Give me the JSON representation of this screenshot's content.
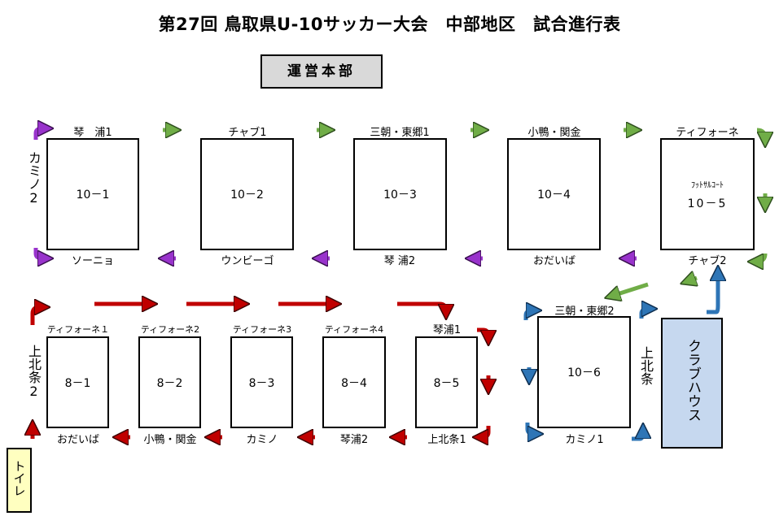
{
  "title": "第27回 鳥取県U-10サッカー大会　中部地区　試合進行表",
  "hq": "運営本部",
  "club_house": "クラブハウス",
  "toilet": "トイレ",
  "fields_top": [
    {
      "id": "10－1",
      "top": "琴　浦1",
      "bottom": "ソーニョ"
    },
    {
      "id": "10－2",
      "top": "チャブ1",
      "bottom": "ウンビーゴ"
    },
    {
      "id": "10－3",
      "top": "三朝・東郷1",
      "bottom": "琴 浦2"
    },
    {
      "id": "10－4",
      "top": "小鴨・関金",
      "bottom": "おだいば"
    },
    {
      "id": "10－5",
      "sub": "ﾌｯﾄｻﾙｺｰﾄ",
      "top": "ティフォーネ",
      "bottom": "チャブ2"
    }
  ],
  "field_10_6": {
    "id": "10－6",
    "top": "三朝・東郷2",
    "bottom": "カミノ1",
    "side": "上北条"
  },
  "fields_bottom": [
    {
      "id": "8－1",
      "top": "ティフォーネ１",
      "bottom": "おだいば"
    },
    {
      "id": "8－2",
      "top": "ティフォーネ2",
      "bottom": "小鴨・関金"
    },
    {
      "id": "8－3",
      "top": "ティフォーネ3",
      "bottom": "カミノ"
    },
    {
      "id": "8－4",
      "top": "ティフォーネ4",
      "bottom": "琴浦2"
    },
    {
      "id": "8－5",
      "top": "琴浦1",
      "bottom": "上北条1"
    }
  ],
  "left_top_side": "カミノ2",
  "left_bottom_side": "上北条2",
  "colors": {
    "green": "#70ad47",
    "purple": "#9933cc",
    "red": "#c00000",
    "blue": "#2e75b6",
    "club_bg": "#c6d8ef",
    "toilet_bg": "#ffffc0",
    "hq_bg": "#d9d9d9"
  }
}
